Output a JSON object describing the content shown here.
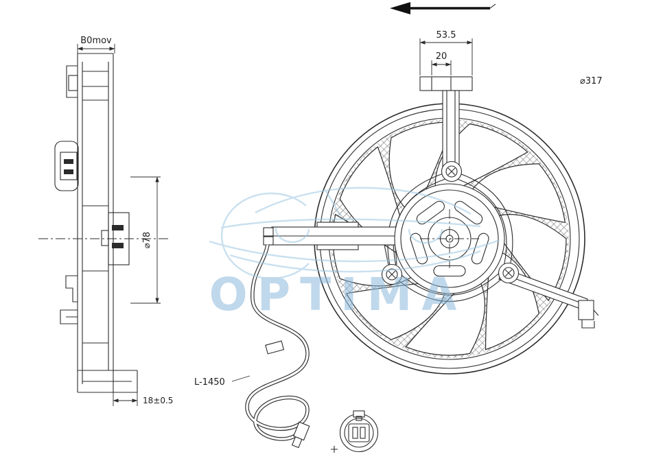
{
  "labels": {
    "dim_shroud_tab_width": "53.5",
    "dim_bracket_width": "20",
    "dim_fan_diameter": "⌀317",
    "dim_side_top_width": "B0mov",
    "dim_hub_diameter": "⌀78",
    "dim_foot_depth": "18±0.5",
    "cable_length": "L-1450"
  },
  "watermark": {
    "text": "OPTIMA",
    "color": "#8db9db"
  },
  "colors": {
    "line": "#2b2b2b",
    "background": "#ffffff"
  }
}
